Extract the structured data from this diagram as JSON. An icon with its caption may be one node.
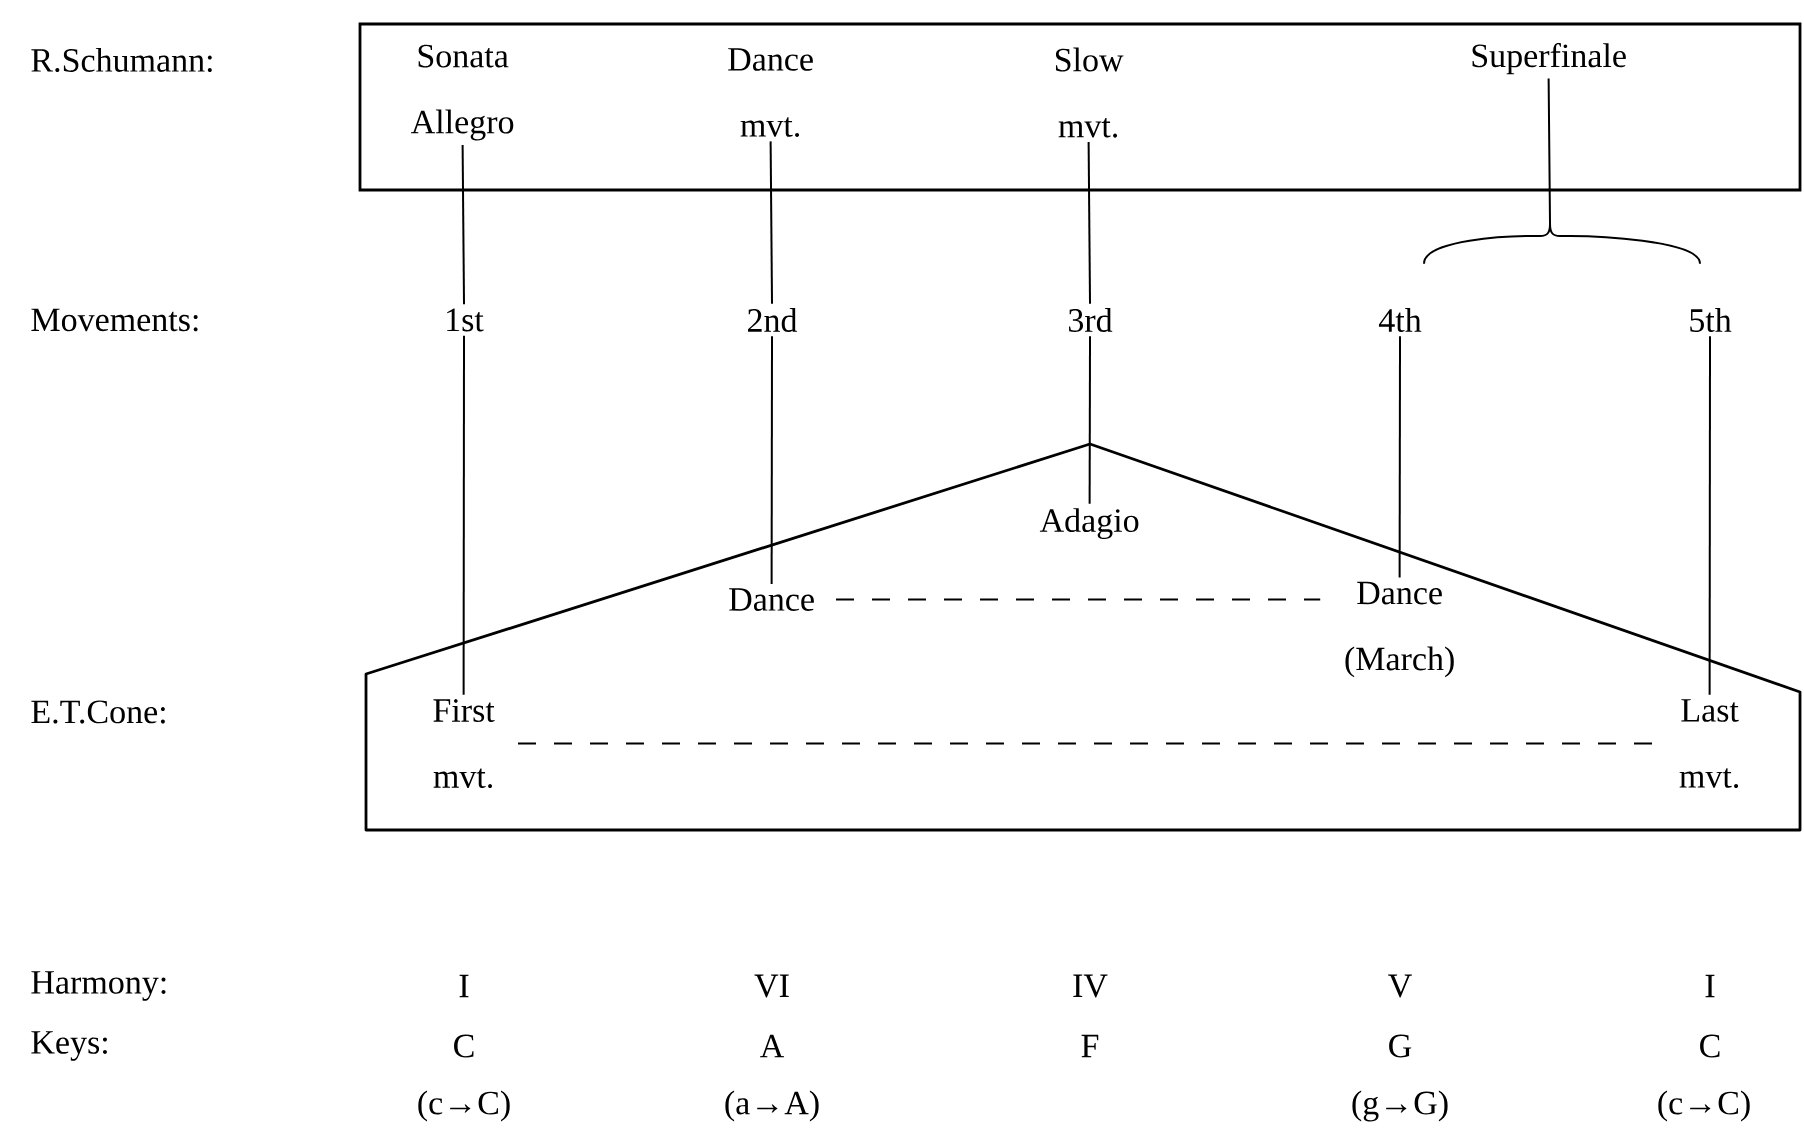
{
  "diagram": {
    "nodes": [
      {
        "text": [],
        "shape": "box"
      },
      {
        "text": [
          "Sonata Allegro"
        ],
        "in": 0
      },
      {
        "text": [
          "Dance mvt."
        ],
        "in": 0
      },
      {
        "text": [
          "Slow mvt."
        ],
        "in": 0
      },
      {
        "text": [
          "Superfinale"
        ],
        "in": 0
      },
      {
        "text": [
          "1st"
        ]
      },
      {
        "text": [
          "2nd"
        ]
      },
      {
        "text": [
          "3rd"
        ]
      },
      {
        "text": [
          "4th"
        ]
      },
      {
        "text": [
          "5th"
        ]
      },
      {
        "text": [],
        "shape": "pentagon"
      },
      {
        "text": [
          "Adagio"
        ],
        "in": 10
      },
      {
        "text": [
          "Dance"
        ],
        "in": 10
      },
      {
        "text": [
          "Dance (March)"
        ],
        "in": 10
      },
      {
        "text": [
          "First mvt."
        ],
        "in": 10
      },
      {
        "text": [
          "Last mvt."
        ],
        "in": 10
      }
    ],
    "edges": [
      {
        "from": 1,
        "to": 5,
        "arrow": "none"
      },
      {
        "from": 2,
        "to": 6,
        "arrow": "none"
      },
      {
        "from": 3,
        "to": 7,
        "arrow": "none"
      },
      {
        "from": 4,
        "to": 8,
        "arrow": "none"
      },
      {
        "from": 4,
        "to": 9,
        "arrow": "none"
      },
      {
        "from": 5,
        "to": 14,
        "arrow": "none"
      },
      {
        "from": 6,
        "to": 12,
        "arrow": "none"
      },
      {
        "from": 7,
        "to": 11,
        "arrow": "none"
      },
      {
        "from": 8,
        "to": 13,
        "arrow": "none"
      },
      {
        "from": 9,
        "to": 15,
        "arrow": "none"
      },
      {
        "from": 12,
        "to": 13,
        "arrow": "none",
        "style": "dashed"
      },
      {
        "from": 14,
        "to": 15,
        "arrow": "none",
        "style": "dashed"
      }
    ],
    "labels": [
      "R.Schumann:",
      "Movements:",
      "E.T.Cone:",
      "Harmony:",
      "I",
      "VI",
      "IV",
      "V",
      "I",
      "Keys:",
      "C",
      "A",
      "F",
      "G",
      "C",
      "(c→C)",
      "(a→A)",
      "(g→G)",
      "(c→C)"
    ]
  }
}
